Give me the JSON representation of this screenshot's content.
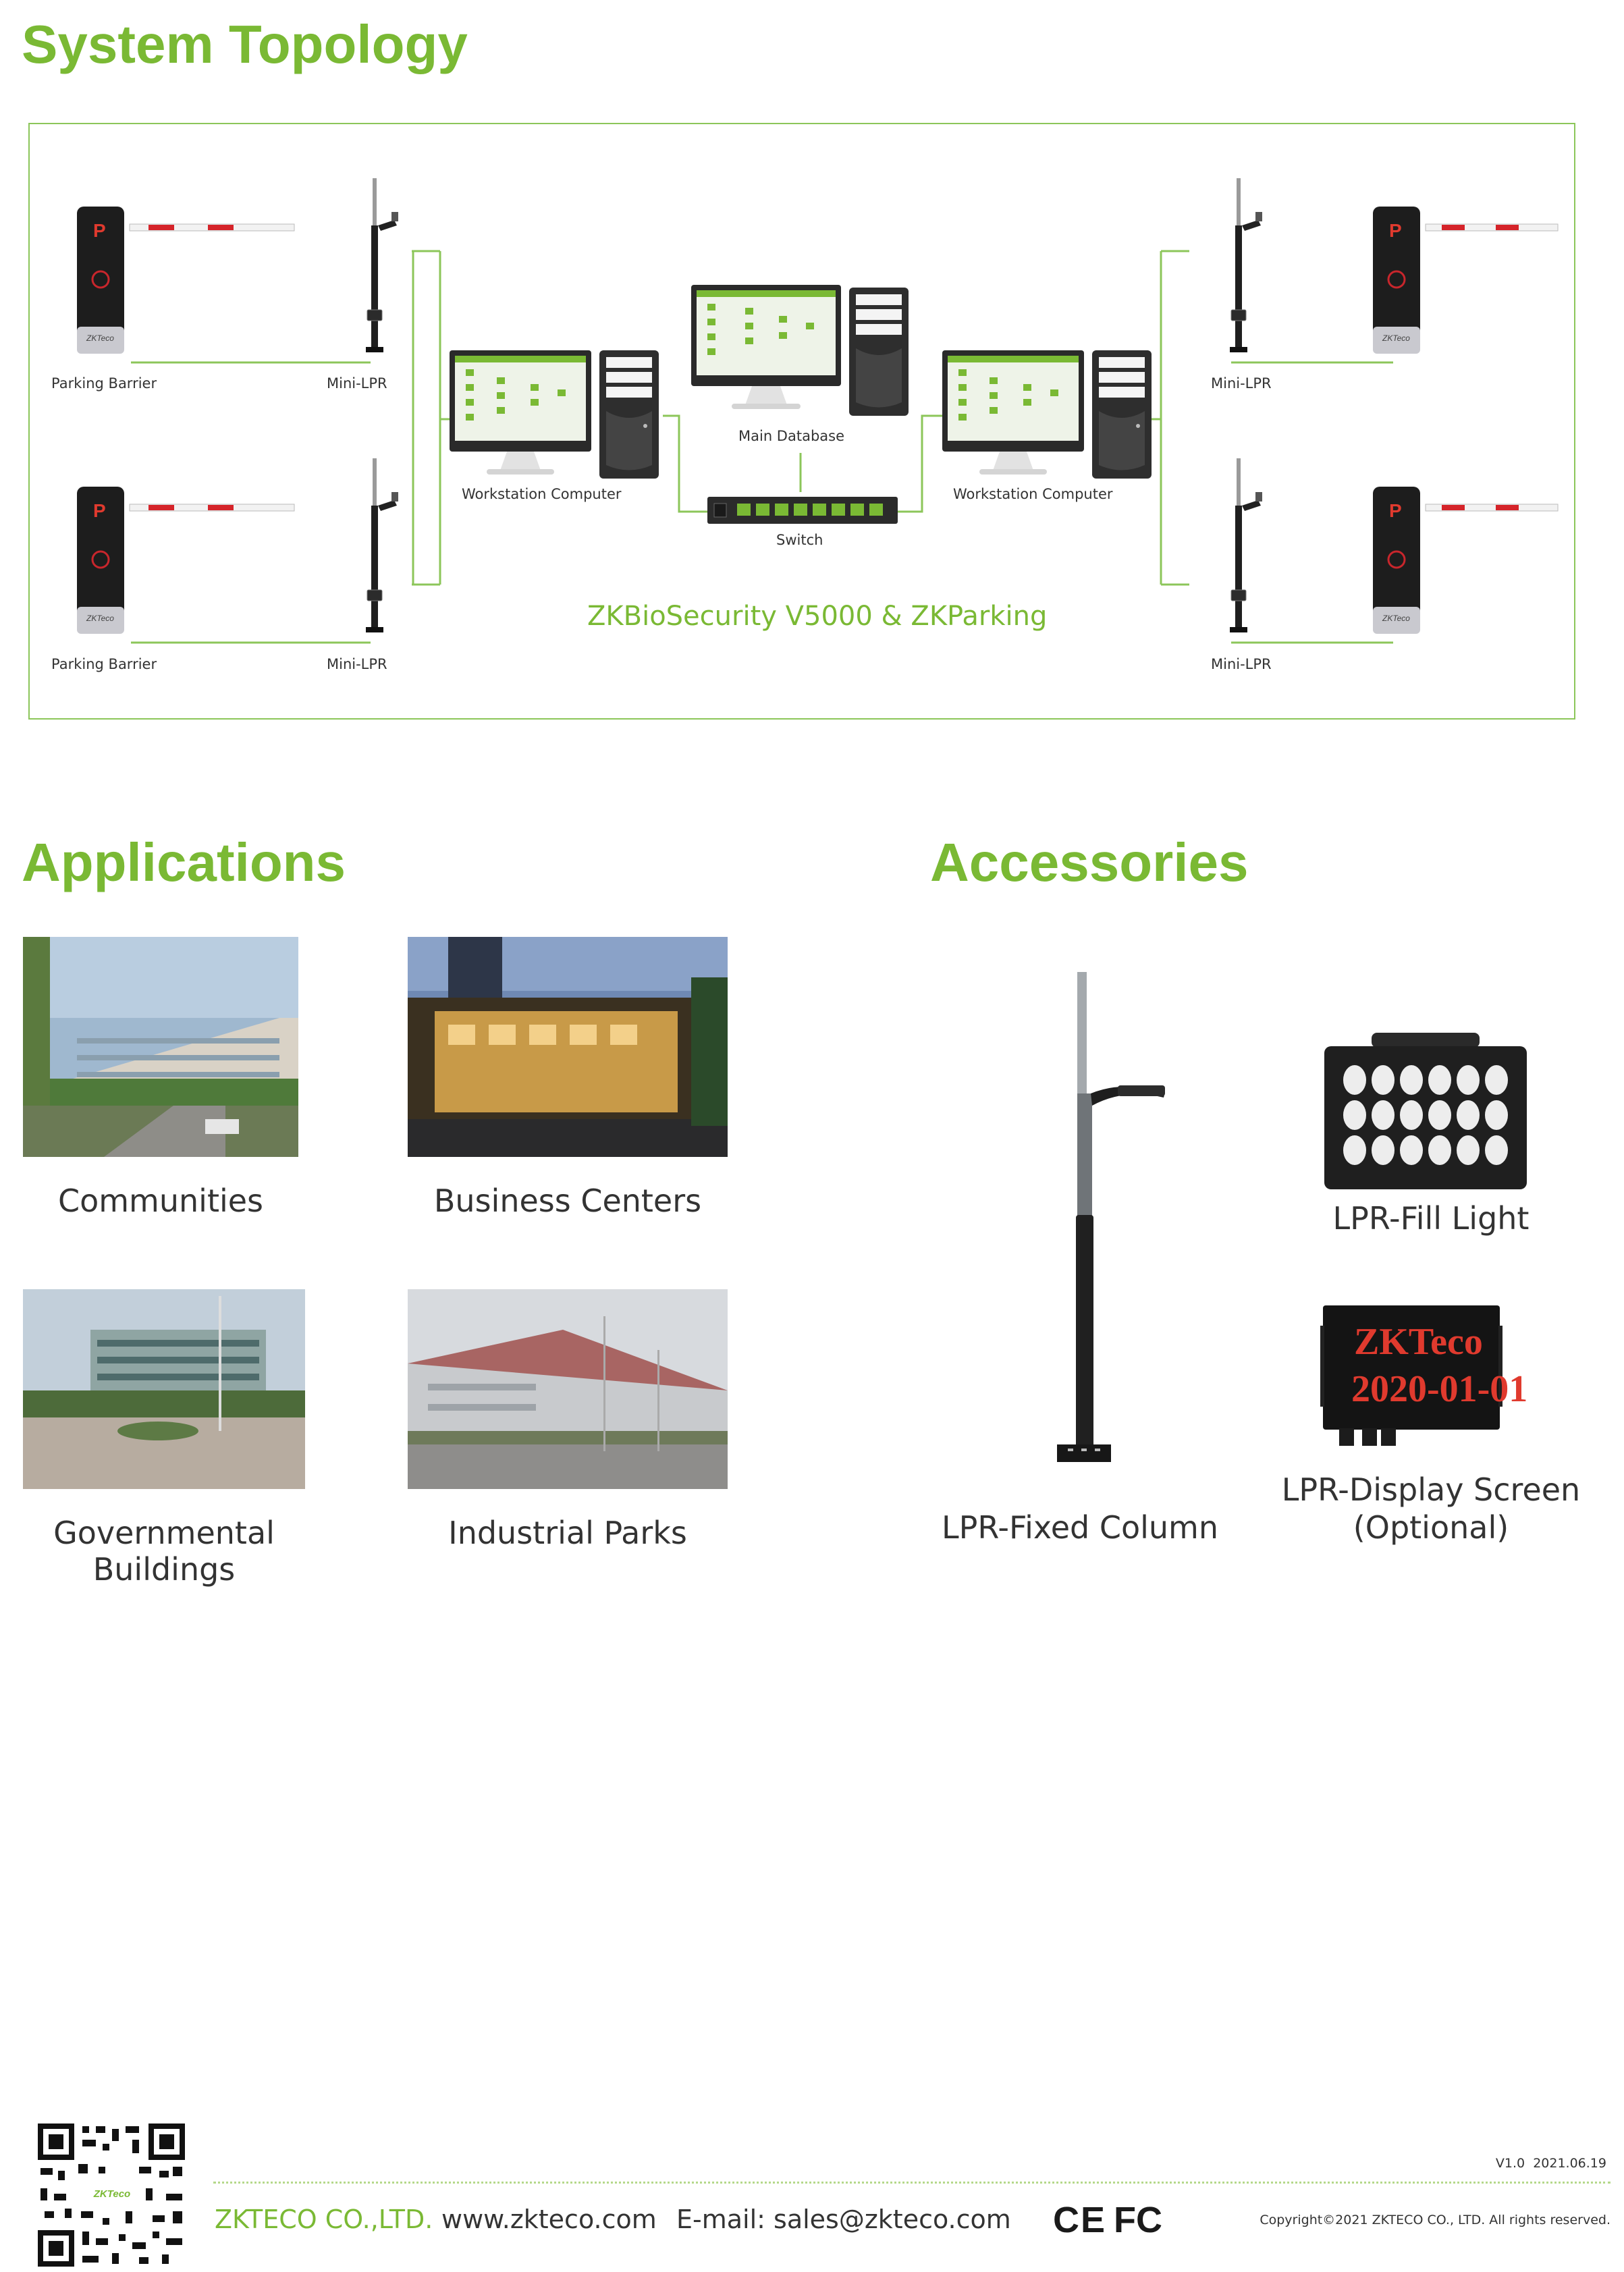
{
  "topology": {
    "title": "System Topology",
    "system_label": "ZKBioSecurity V5000 & ZKParking",
    "nodes": {
      "barrier": "Parking Barrier",
      "mini_lpr": "Mini-LPR",
      "workstation": "Workstation Computer",
      "main_database": "Main Database",
      "switch": "Switch"
    },
    "barrier_brand": "ZKTeco",
    "barrier_sign": "P"
  },
  "applications": {
    "title": "Applications",
    "items": [
      {
        "label": "Communities"
      },
      {
        "label": "Business Centers"
      },
      {
        "label": "Governmental Buildings"
      },
      {
        "label": "Industrial Parks"
      }
    ]
  },
  "accessories": {
    "title": "Accessories",
    "fixed_column": "LPR-Fixed Column",
    "fill_light": "LPR-Fill Light",
    "display_screen_line1": "LPR-Display Screen",
    "display_screen_line2": "(Optional)",
    "display_text_line1": "ZKTeco",
    "display_text_line2": "2020-01-01"
  },
  "footer": {
    "version": "V1.0  2021.06.19",
    "company": "ZKTECO CO.,LTD.",
    "website": "www.zkteco.com",
    "email": "E-mail: sales@zkteco.com",
    "copyright": "Copyright©2021 ZKTECO CO., LTD. All rights reserved.",
    "cert_ce": "CE",
    "cert_fc": "FC",
    "qr_logo": "ZKTeco"
  },
  "colors": {
    "brand_green": "#7ab934",
    "line_green": "#8cc65a",
    "display_red": "#e03a2e"
  }
}
